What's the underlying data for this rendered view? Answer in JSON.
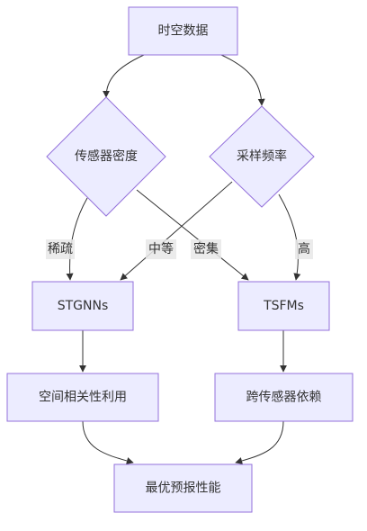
{
  "nodes": {
    "spatiotemporal_data": "时空数据",
    "sensor_density": "传感器密度",
    "sampling_frequency": "采样频率",
    "stgnns": "STGNNs",
    "tsfms": "TSFMs",
    "spatial_correlation": "空间相关性利用",
    "cross_sensor_dependency": "跨传感器依赖",
    "optimal_performance": "最优预报性能"
  },
  "edges": {
    "sparse": "稀疏",
    "medium": "中等",
    "dense": "密集",
    "high": "高"
  },
  "colors": {
    "node_fill": "#ECECFF",
    "node_stroke": "#9370DB",
    "edge_stroke": "#333333",
    "label_bg": "#E8E8E8",
    "text": "#333333"
  }
}
